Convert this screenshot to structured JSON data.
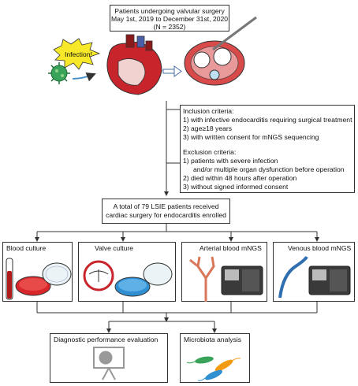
{
  "top_box": {
    "line1": "Patients undergoing valvular surgery",
    "line2": "May 1st, 2019 to December 31st, 2020",
    "line3": "(N = 2352)"
  },
  "infection_label": "Infection!",
  "inclusion": {
    "title": "Inclusion criteria:",
    "items": [
      "1) with infective endocarditis requiring surgical treatment",
      "2) age≥18 years",
      "3) with written consent for mNGS sequencing"
    ]
  },
  "exclusion": {
    "title": "Exclusion criteria:",
    "items": [
      "1) patients with severe infection",
      "and/or multiple organ dysfunction before operation",
      "2) died within 48 hours after operation",
      "3) without signed informed consent"
    ]
  },
  "enrolled": {
    "line1": "A total of 79 LSIE patients received",
    "line2": "cardiac surgery for endocarditis enrolled"
  },
  "panels": [
    "Blood culture",
    "Valve culture",
    "Arterial blood mNGS",
    "Venous blood mNGS"
  ],
  "outputs": [
    "Diagnostic performance evaluation",
    "Microbiota analysis"
  ],
  "colors": {
    "agar_red": "#d9262a",
    "agar_blue": "#2f8fd0",
    "heart_red": "#c8242b",
    "virus_green": "#3aa35a",
    "burst_yellow": "#f7e82a"
  }
}
